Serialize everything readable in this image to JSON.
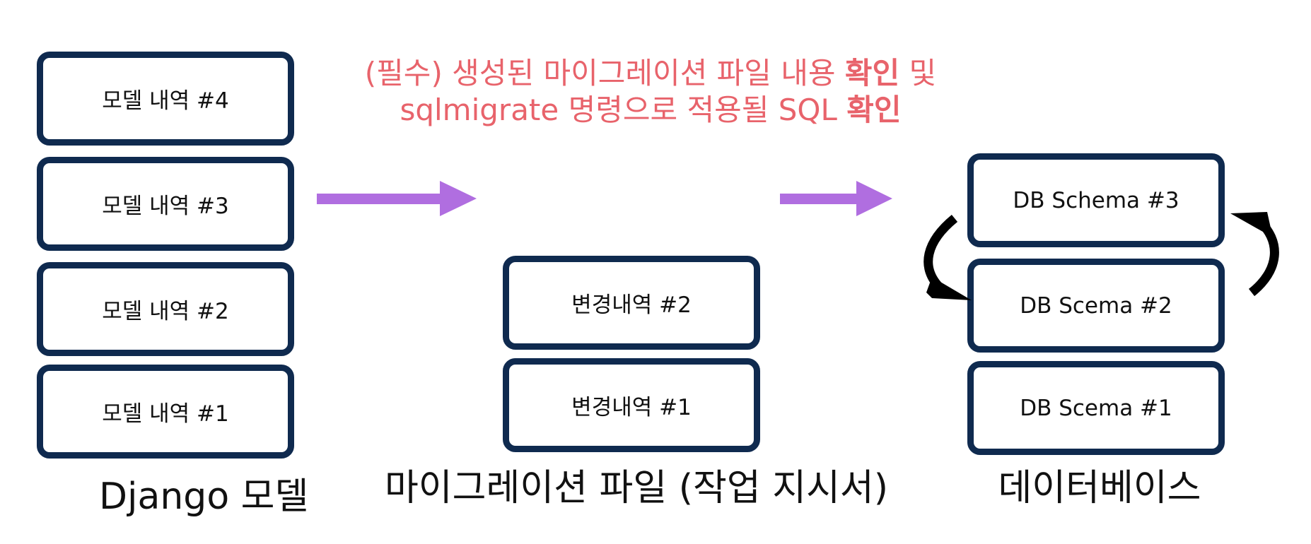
{
  "colors": {
    "box_border": "#0f2a4f",
    "note_text": "#e8636b",
    "arrow": "#b06ee0",
    "cycle_arrow": "#000000"
  },
  "django_models": [
    "모델 내역 #4",
    "모델 내역 #3",
    "모델 내역 #2",
    "모델 내역 #1"
  ],
  "migration_files": [
    "변경내역 #2",
    "변경내역 #1"
  ],
  "db_schemas": [
    "DB Schema #3",
    "DB Scema #2",
    "DB Scema #1"
  ],
  "captions": {
    "django": "Django 모델",
    "migration": "마이그레이션 파일 (작업 지시서)",
    "database": "데이터베이스"
  },
  "note": {
    "line1_a": "(필수) 생성된 마이그레이션 파일 내용 ",
    "line1_b": "확인",
    "line1_c": " 및",
    "line2_a": "sqlmigrate 명령으로 적용될 SQL ",
    "line2_b": "확인"
  },
  "icons": {
    "flow_arrows": "right-arrow-icon",
    "cycle_arrows": "curved-arrow-icon"
  }
}
